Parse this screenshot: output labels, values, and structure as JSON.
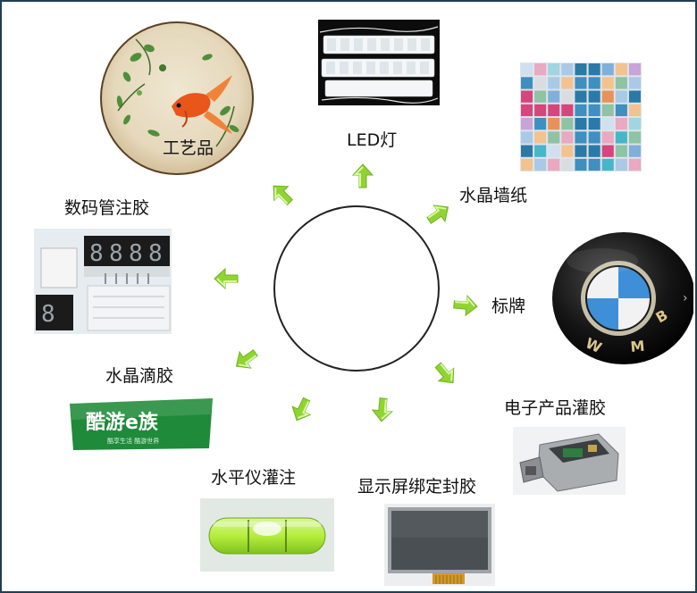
{
  "labels": {
    "craft": "工艺品",
    "led": "LED灯",
    "crystal_wallpaper": "水晶墙纸",
    "nameplate": "标牌",
    "digit_tube_potting": "数码管注胶",
    "crystal_epoxy": "水晶滴胶",
    "electronics_potting": "电子产品灌胶",
    "level_filling": "水平仪灌注",
    "display_bonding": "显示屏绑定封胶"
  },
  "sign_text": {
    "main": "酷游e族",
    "sub": "酷享生活  酷游世界"
  },
  "badge_letters": [
    "B",
    "M",
    "W"
  ],
  "segment_digits": [
    "8",
    "8",
    "8",
    "8"
  ],
  "colors": {
    "arrow_green": "#8fd431",
    "arrow_green_light": "#c9f08a",
    "frame_border": "#1f3f55",
    "sign_green": "#1f8a3a"
  }
}
